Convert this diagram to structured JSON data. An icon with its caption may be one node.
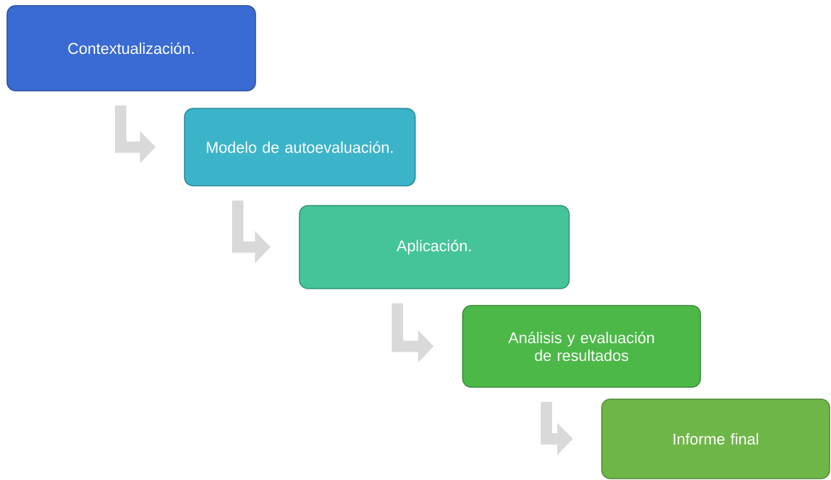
{
  "diagram": {
    "nodes": [
      {
        "text": [
          "Contextualización."
        ]
      },
      {
        "text": [
          "Modelo de autoevaluación."
        ]
      },
      {
        "text": [
          "Aplicación."
        ]
      },
      {
        "text": [
          "Análisis y evaluación de resultados"
        ]
      },
      {
        "text": [
          "Informe final"
        ]
      }
    ],
    "edges": [
      {
        "from": 0,
        "to": 1,
        "arrow": "to"
      },
      {
        "from": 1,
        "to": 2,
        "arrow": "to"
      },
      {
        "from": 2,
        "to": 3,
        "arrow": "to"
      },
      {
        "from": 3,
        "to": 4,
        "arrow": "to"
      }
    ]
  }
}
